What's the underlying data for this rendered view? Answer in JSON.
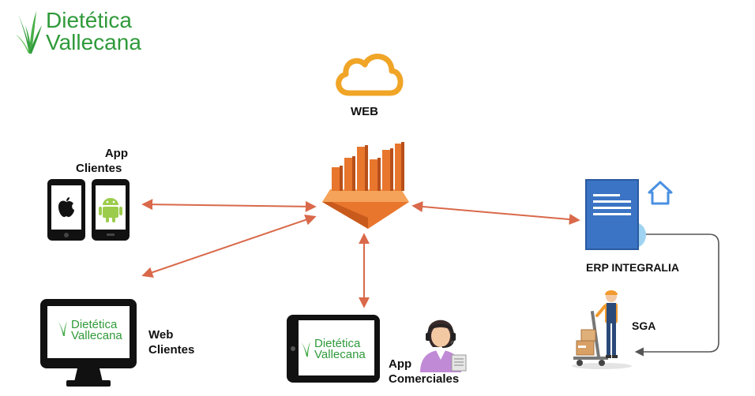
{
  "brand": {
    "line1": "Dietética",
    "line2": "Vallecana"
  },
  "nodes": {
    "web": "WEB",
    "app_clientes_1": "App",
    "app_clientes_2": "Clientes",
    "web_clientes_1": "Web",
    "web_clientes_2": "Clientes",
    "app_comerciales_1": "App",
    "app_comerciales_2": "Comerciales",
    "erp": "ERP INTEGRALIA",
    "sga": "SGA"
  },
  "icons": {
    "cloud": "cloud-icon",
    "hub": "aws-analytics-icon",
    "phone_ios": "apple-phone-icon",
    "phone_android": "android-phone-icon",
    "monitor": "desktop-monitor-icon",
    "tablet": "tablet-icon",
    "agent": "headset-agent-icon",
    "erp_server": "server-document-icon",
    "home": "home-icon",
    "worker": "warehouse-worker-icon"
  },
  "colors": {
    "arrow": "#d9694a",
    "brand_green": "#2f9a3a",
    "cloud_orange": "#f0a527",
    "server_blue": "#3b74c4",
    "hub_orange": "#e8762d"
  }
}
